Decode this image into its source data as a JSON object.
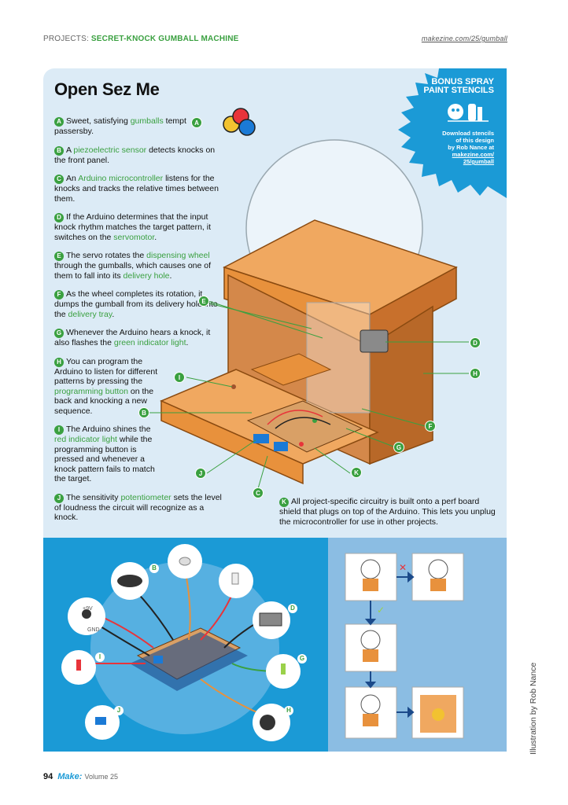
{
  "header": {
    "section": "PROJECTS:",
    "project": "SECRET-KNOCK GUMBALL MACHINE",
    "url": "makezine.com/25/gumball"
  },
  "title": "Open Sez Me",
  "bonus": {
    "title_line1": "BONUS SPRAY",
    "title_line2": "PAINT STENCILS",
    "sub1": "Download stencils",
    "sub2": "of this design",
    "sub3": "by Rob Nance at",
    "link1": "makezine.com/",
    "link2": "25/gumball"
  },
  "items": [
    {
      "letter": "A",
      "pre": "Sweet, satisfying",
      "hl": "gumballs",
      "post": "tempt passersby."
    },
    {
      "letter": "B",
      "pre": "A",
      "hl": "piezoelectric sensor",
      "post": "detects knocks on the front panel."
    },
    {
      "letter": "C",
      "pre": "An",
      "hl": "Arduino microcontroller",
      "post": "listens for the knocks and tracks the relative times between them."
    },
    {
      "letter": "D",
      "pre": "If the Arduino determines that the input knock rhythm matches the target pattern, it switches on the",
      "hl": "servomotor",
      "post": "."
    },
    {
      "letter": "E",
      "pre": "The servo rotates the",
      "hl": "dispensing wheel",
      "post": "through the gumballs, which causes one of them to fall into its",
      "hl2": "delivery hole",
      "post2": "."
    },
    {
      "letter": "F",
      "pre": "As the wheel completes its rotation, it dumps the gumball from its delivery hole into the",
      "hl": "delivery tray",
      "post": "."
    },
    {
      "letter": "G",
      "pre": "Whenever the Arduino hears a knock, it also flashes the",
      "hl": "green indicator light",
      "post": "."
    },
    {
      "letter": "H",
      "pre": "You can program the Arduino to listen for different patterns by pressing the",
      "hl": "programming button",
      "post": "on the back and knocking a new sequence."
    },
    {
      "letter": "I",
      "pre": "The Arduino shines the",
      "hl": "red indicator light",
      "post": "while the programming button is pressed and whenever a knock pattern fails to match the target."
    },
    {
      "letter": "J",
      "pre": "The sensitivity",
      "hl": "potentiometer",
      "post": "sets the level of loudness the circuit will recognize as a knock."
    }
  ],
  "item_k": {
    "letter": "K",
    "text": "All project-specific circuitry is built onto a perf board shield that plugs on top of the Arduino. This lets you unplug the microcontroller for use in other projects."
  },
  "callouts": [
    "A",
    "B",
    "C",
    "D",
    "E",
    "F",
    "G",
    "H",
    "I",
    "J",
    "K"
  ],
  "components": {
    "labels": [
      "B",
      "D",
      "G",
      "H",
      "I",
      "J"
    ],
    "power_plus": "+9V",
    "power_gnd": "GND"
  },
  "footer": {
    "page": "94",
    "make": "Make:",
    "volume": "Volume 25"
  },
  "credit": "Illustration by Rob Nance",
  "colors": {
    "green": "#3aa040",
    "blue": "#1b9ad6",
    "panel": "#dcebf6",
    "wood": "#e8913c"
  }
}
